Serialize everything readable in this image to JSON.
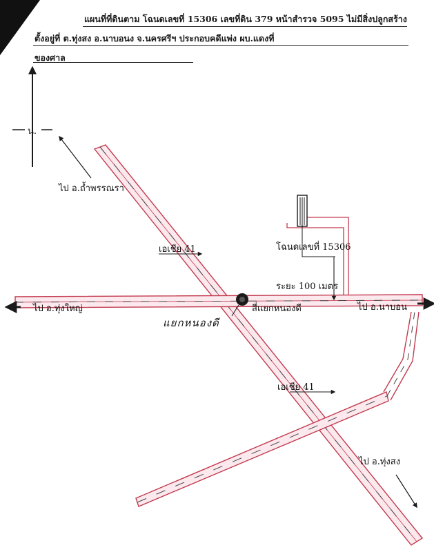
{
  "header": {
    "line1": "แผนที่ที่ดินตาม โฉนดเลขที่   15306  เลขที่ดิน  379  หน้าสำรวจ  5095  ไม่มีสิ่งปลูกสร้าง",
    "line2": "ตั้งอยู่ที่  ต.ทุ่งสง   อ.นาบอนง   จ.นครศรีฯ  ประกอบคดีแพ่ง  ผบ.แดงที่",
    "line3": "ของศาล"
  },
  "compass": {
    "label": "น."
  },
  "roads": {
    "asia41_upper": "เอเชีย  41",
    "asia41_lower": "เอเชีย  41"
  },
  "destinations": {
    "tham_phannara": "ไป  อ.ถ้ำพรรณรา",
    "thung_yai": "ไป  อ.ทุ่งใหญ่",
    "na_bon": "ไป อ.นาบอน",
    "thung_song": "ไป อ.ทุ่งสง"
  },
  "parcel": {
    "deed_label": "โฉนดเลขที่  15306",
    "distance_label": "ระยะ  100 เมตร"
  },
  "junction": {
    "printed_label": "สี่แยกหนองดี",
    "handwritten_label": "แยกหนองดี"
  },
  "colors": {
    "ink": "#1a1a1a",
    "road_edge": "#c23a4e",
    "road_fill": "#fbe9ee",
    "corner": "#111111"
  },
  "icons": [
    "north-arrow-icon",
    "direction-arrow-icon",
    "junction-dot-icon"
  ]
}
